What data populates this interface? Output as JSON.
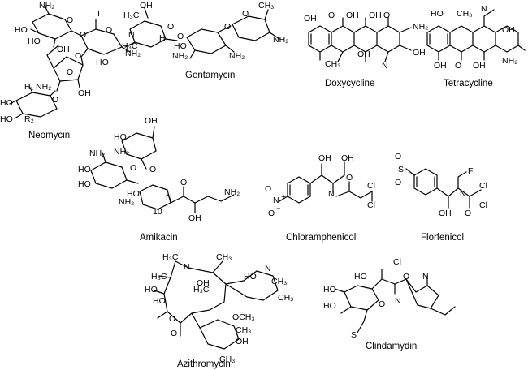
{
  "compounds": [
    {
      "name": "Neomycin"
    },
    {
      "name": "Gentamycin"
    },
    {
      "name": "Doxycycline"
    },
    {
      "name": "Tetracycline"
    },
    {
      "name": "Amikacin",
      "note": "10"
    },
    {
      "name": "Chloramphenicol"
    },
    {
      "name": "Florfenicol"
    },
    {
      "name": "Azithromycin"
    },
    {
      "name": "Clindamydin"
    }
  ],
  "labels": {
    "NH2": "NH₂",
    "OH": "OH",
    "HO": "HO",
    "O": "O",
    "H": "H",
    "N": "N",
    "I": "I",
    "R1": "R₁",
    "R2": "R₂",
    "CH3": "CH₃",
    "H3C": "H₃C",
    "OCH3": "OCH₃",
    "Cl": "Cl",
    "F": "F",
    "S": "S",
    "CONH2": "NH₂",
    "minus": "⁻",
    "plus": "+"
  }
}
